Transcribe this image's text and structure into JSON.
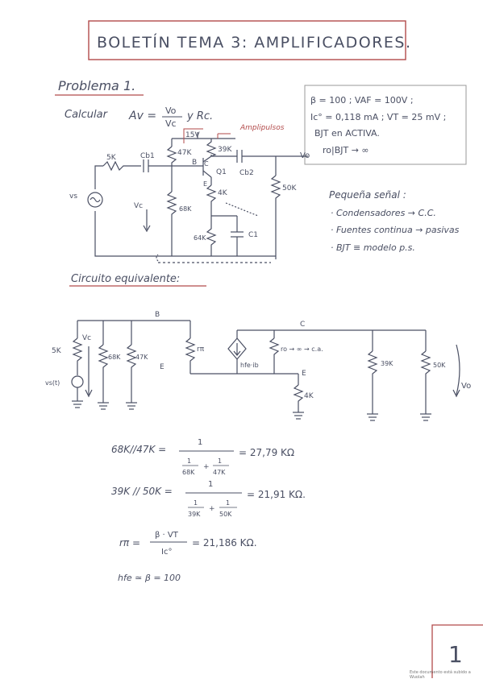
{
  "title": "BOLETÍN TEMA 3: AMPLIFICADORES.",
  "problem": "Problema 1.",
  "task": {
    "prefix": "Calcular",
    "av": "Av =",
    "num": "Vo",
    "den": "Vc",
    "rest": "y Rc.",
    "note": "Amplipulsos"
  },
  "params": {
    "line1": "β = 100 ; VAF = 100V ;",
    "line2": "Ic° = 0,118 mA ; VT = 25 mV ;",
    "line3": "BJT en ACTIVA.",
    "line4": "ro|BJT → ∞"
  },
  "notes": {
    "heading": "Pequeña señal :",
    "n1": "· Condensadores → C.C.",
    "n2": "· Fuentes continua → pasivas",
    "n3": "· BJT ≡ modelo p.s."
  },
  "circuit1": {
    "vcc": "15V",
    "r5k": "5K",
    "cb1": "Cb1",
    "r47": "47K",
    "r39": "39K",
    "b": "B",
    "c": "C",
    "q": "Q1",
    "e": "E",
    "cb2": "Cb2",
    "vo": "Vo",
    "vs": "vs",
    "vc": "Vc",
    "r68": "68K",
    "r4k": "4K",
    "r50k": "50K",
    "r64k": "64K",
    "c1": "C1"
  },
  "equiv": {
    "heading": "Circuito equivalente:",
    "b": "B",
    "c": "C",
    "e1": "E",
    "e2": "E",
    "r5k": "5K",
    "vc": "Vc",
    "r68": "68K",
    "r47": "47K",
    "rpi": "rπ",
    "hfe": "hfe·ib",
    "ro": "ro → ∞ → c.a.",
    "r4k": "4K",
    "r39": "39K",
    "r50": "50K",
    "vo": "Vo",
    "vs": "vs(t)"
  },
  "eqs": {
    "e1_lhs": "68K//47K =",
    "e1_num": "1",
    "e1_d1": "1",
    "e1_d1b": "68K",
    "e1_plus": "+",
    "e1_d2": "1",
    "e1_d2b": "47K",
    "e1_rhs": "= 27,79 KΩ",
    "e2_lhs": "39K // 50K =",
    "e2_num": "1",
    "e2_d1": "1",
    "e2_d1b": "39K",
    "e2_plus": "+",
    "e2_d2": "1",
    "e2_d2b": "50K",
    "e2_rhs": "= 21,91 KΩ.",
    "e3_lhs": "rπ =",
    "e3_num": "β · VT",
    "e3_den": "Ic°",
    "e3_rhs": "= 21,186 KΩ.",
    "e4": "hfe ≃ β = 100"
  },
  "page_number": "1",
  "footer": "Este documento está subido a Wuolah"
}
